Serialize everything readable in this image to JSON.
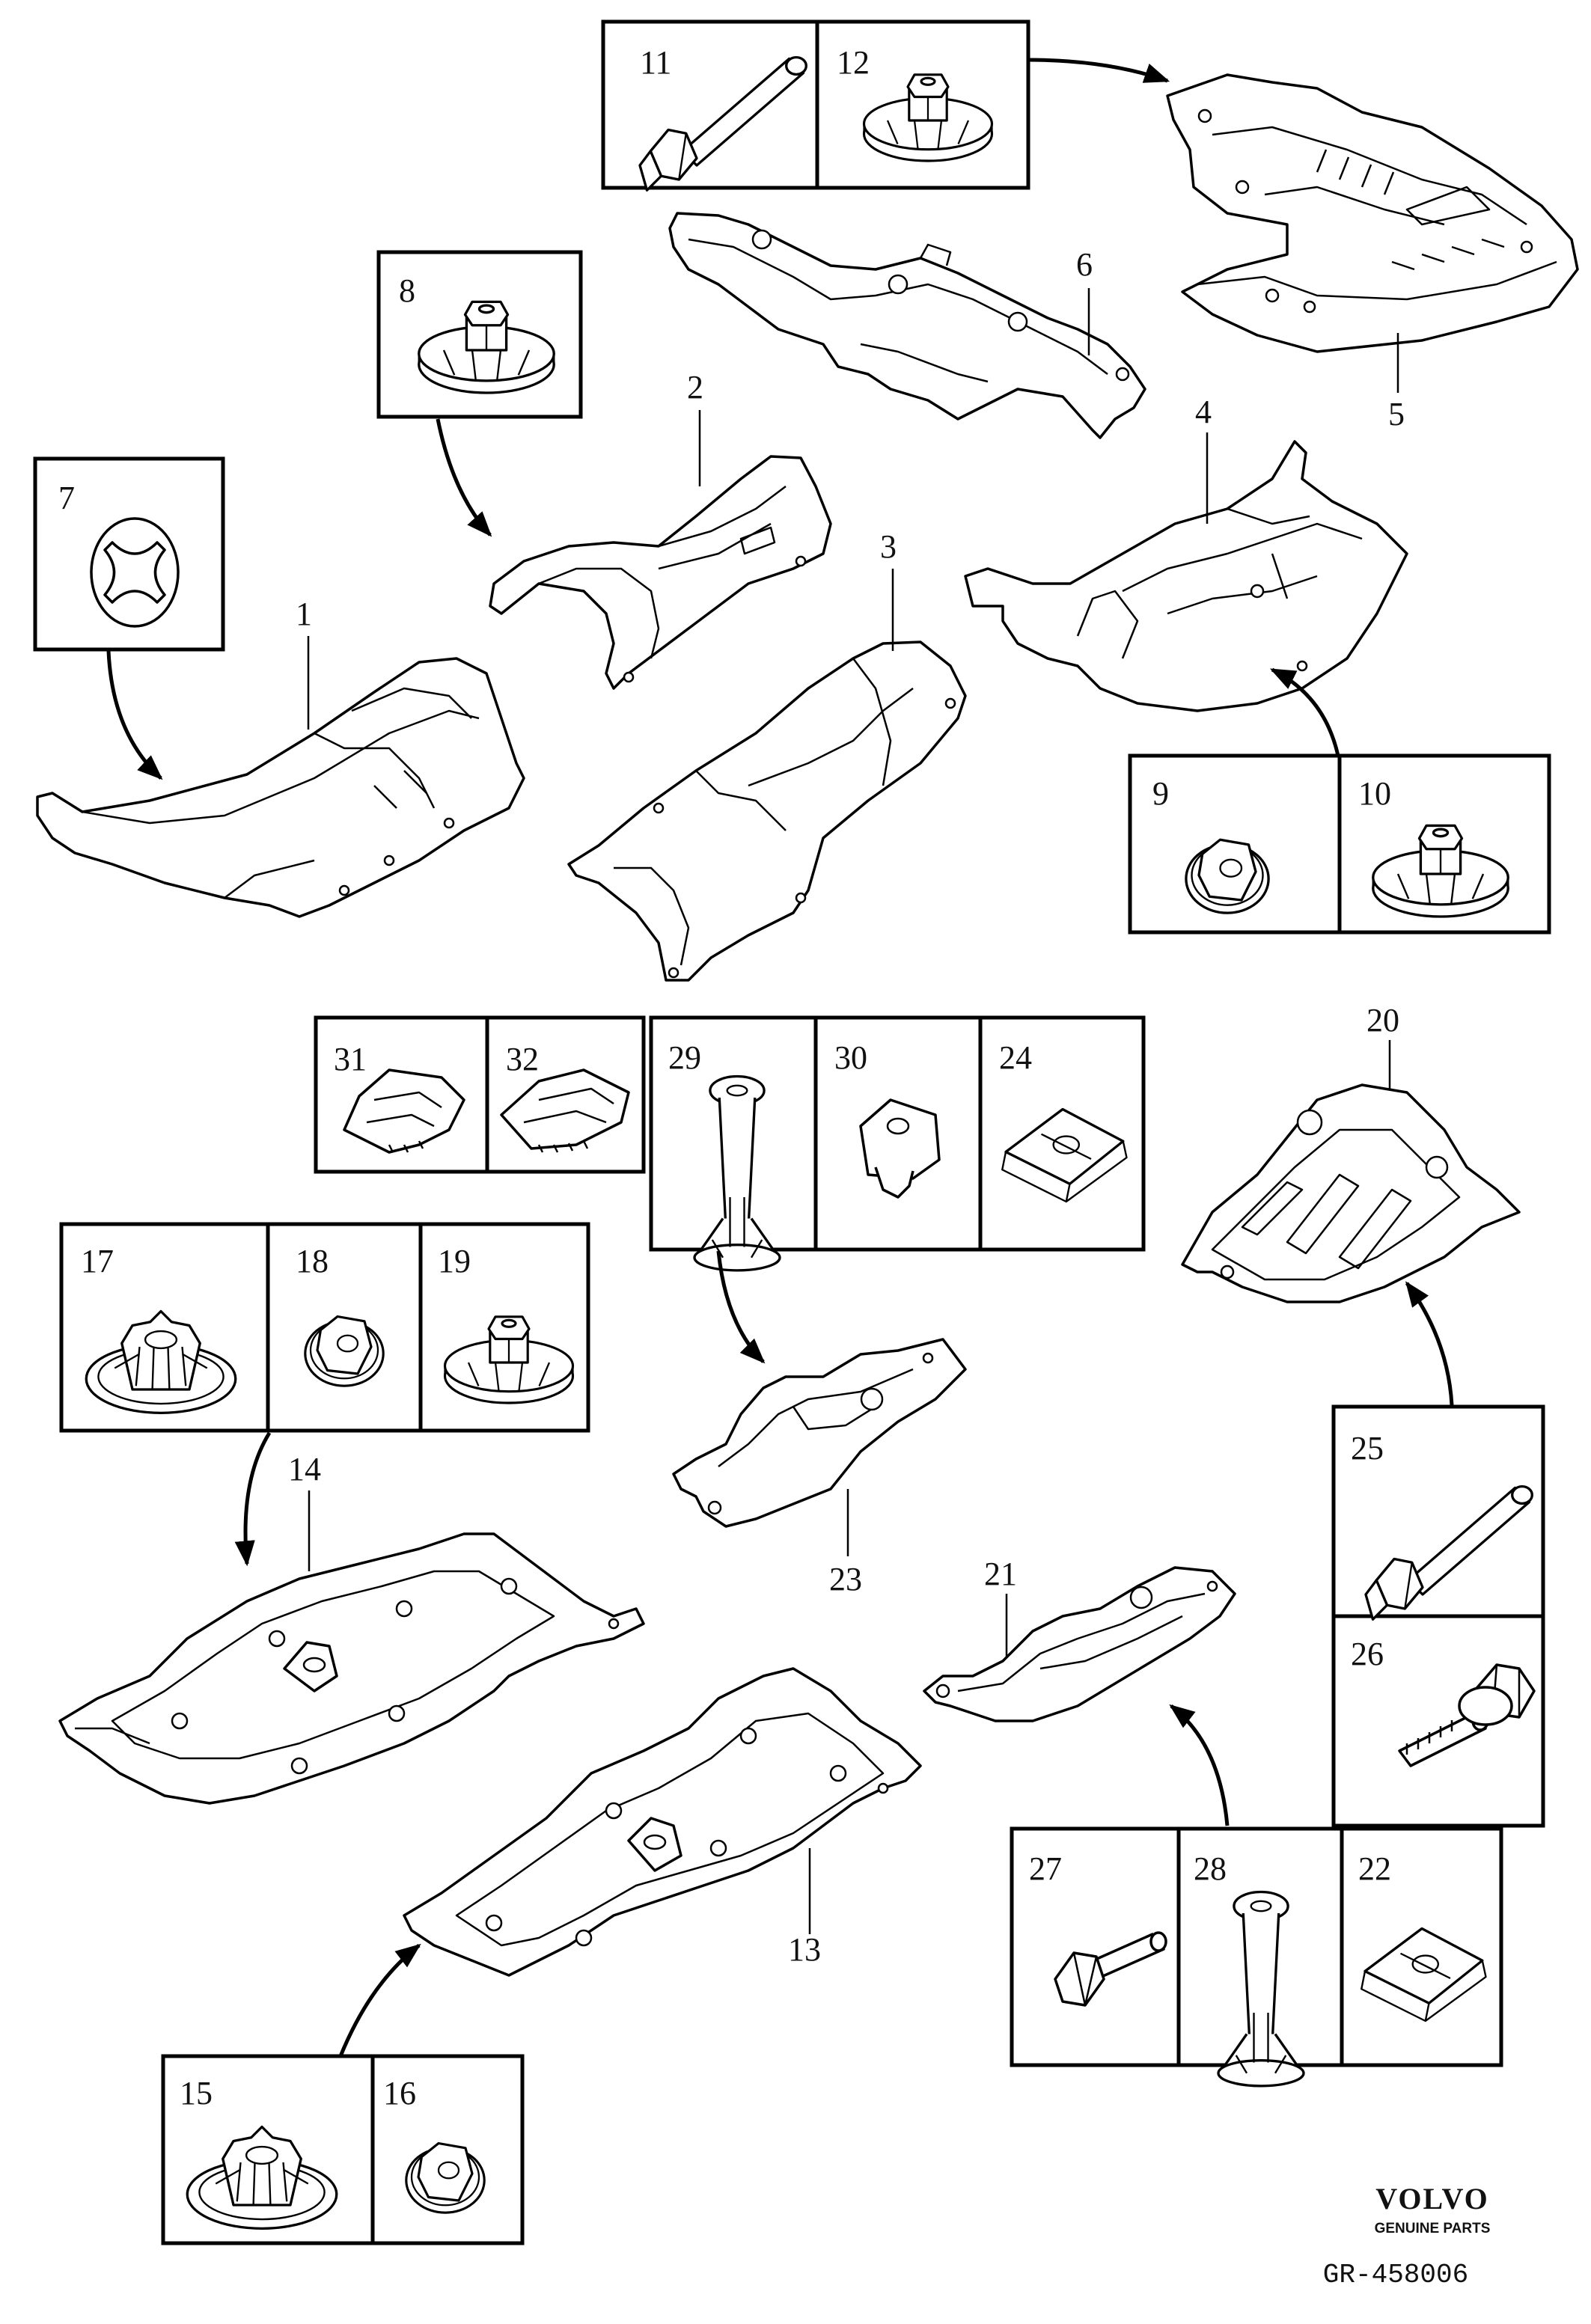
{
  "labels": {
    "n1": "1",
    "n2": "2",
    "n3": "3",
    "n4": "4",
    "n5": "5",
    "n6": "6",
    "n7": "7",
    "n8": "8",
    "n9": "9",
    "n10": "10",
    "n11": "11",
    "n12": "12",
    "n13": "13",
    "n14": "14",
    "n15": "15",
    "n16": "16",
    "n17": "17",
    "n18": "18",
    "n19": "19",
    "n20": "20",
    "n21": "21",
    "n22": "22",
    "n23": "23",
    "n24": "24",
    "n25": "25",
    "n26": "26",
    "n27": "27",
    "n28": "28",
    "n29": "29",
    "n30": "30",
    "n31": "31",
    "n32": "32"
  },
  "brand": {
    "name": "VOLVO",
    "tagline": "GENUINE PARTS"
  },
  "reference": "GR-458006"
}
